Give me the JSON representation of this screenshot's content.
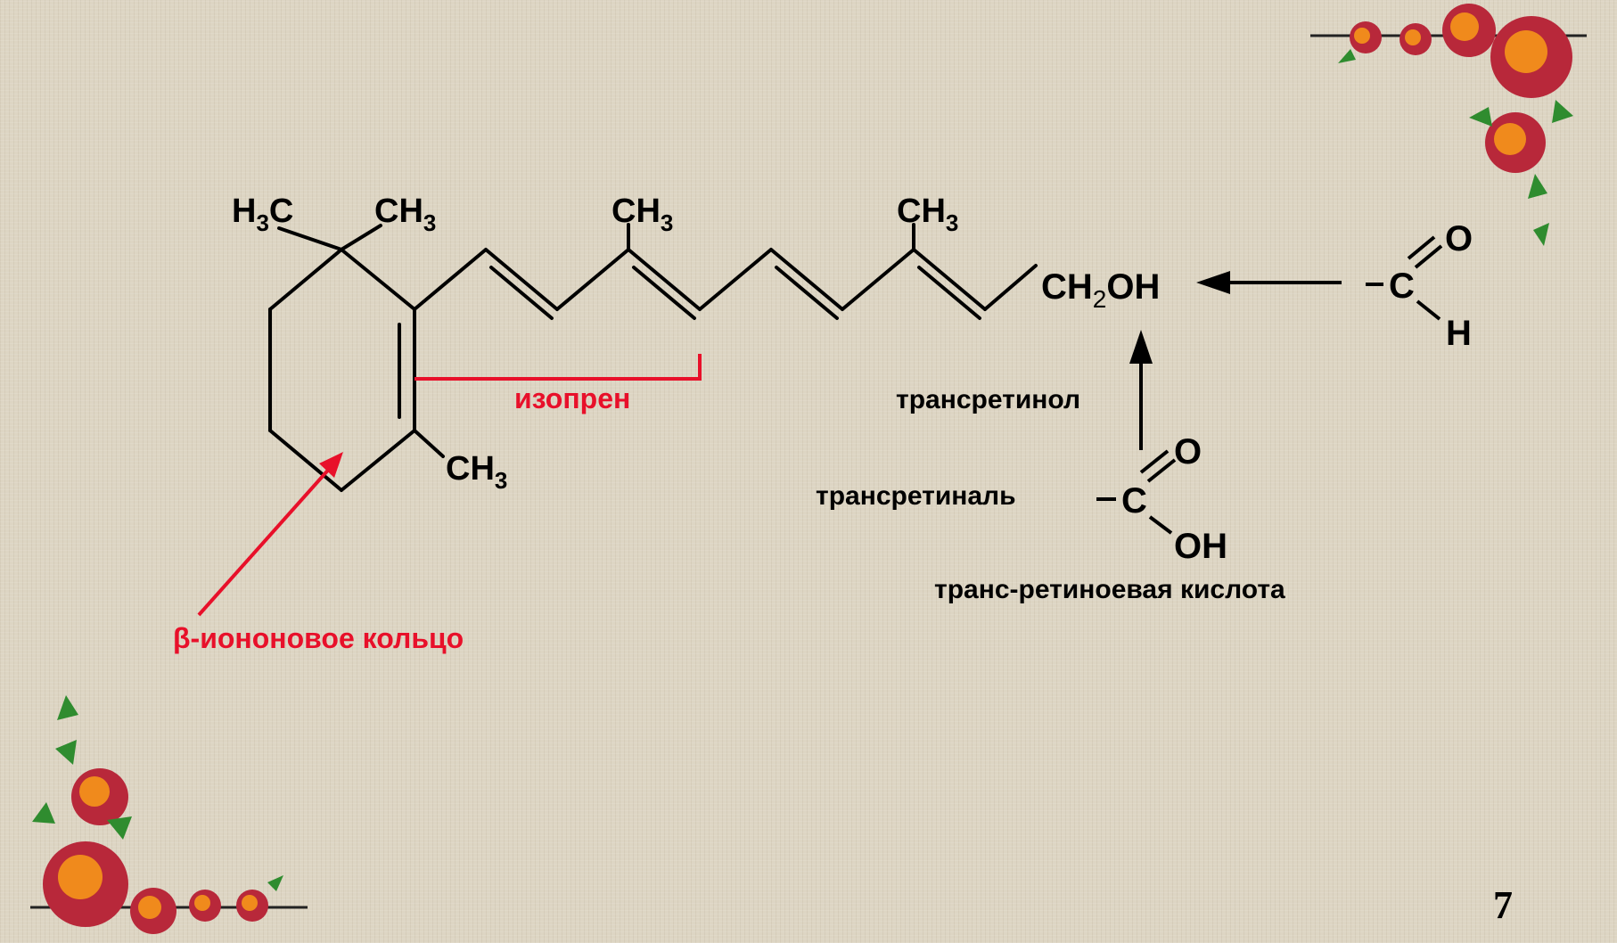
{
  "groups": {
    "h3c_left": {
      "main1": "H",
      "sub": "3",
      "main2": "C"
    },
    "ch3_ring_top": {
      "main": "CH",
      "sub": "3"
    },
    "ch3_chain_1": {
      "main": "CH",
      "sub": "3"
    },
    "ch3_chain_2": {
      "main": "CH",
      "sub": "3"
    },
    "ch3_ring_bottom": {
      "main": "CH",
      "sub": "3"
    },
    "ch2oh": {
      "main1": "CH",
      "sub": "2",
      "main2": "OH"
    }
  },
  "aldehyde": {
    "c": "C",
    "o": "O",
    "h": "H"
  },
  "acid": {
    "c": "C",
    "o": "O",
    "oh": "OH"
  },
  "labels": {
    "isoprene": "изопрен",
    "ionone_ring": "β-иононовое кольцо",
    "retinol": "трансретинол",
    "retinal": "трансретиналь",
    "retinoic_acid": "транс-ретиноевая кислота"
  },
  "page_number": "7",
  "colors": {
    "accent_red": "#e8102a",
    "ink": "#000000",
    "background": "#ddd5c3"
  }
}
